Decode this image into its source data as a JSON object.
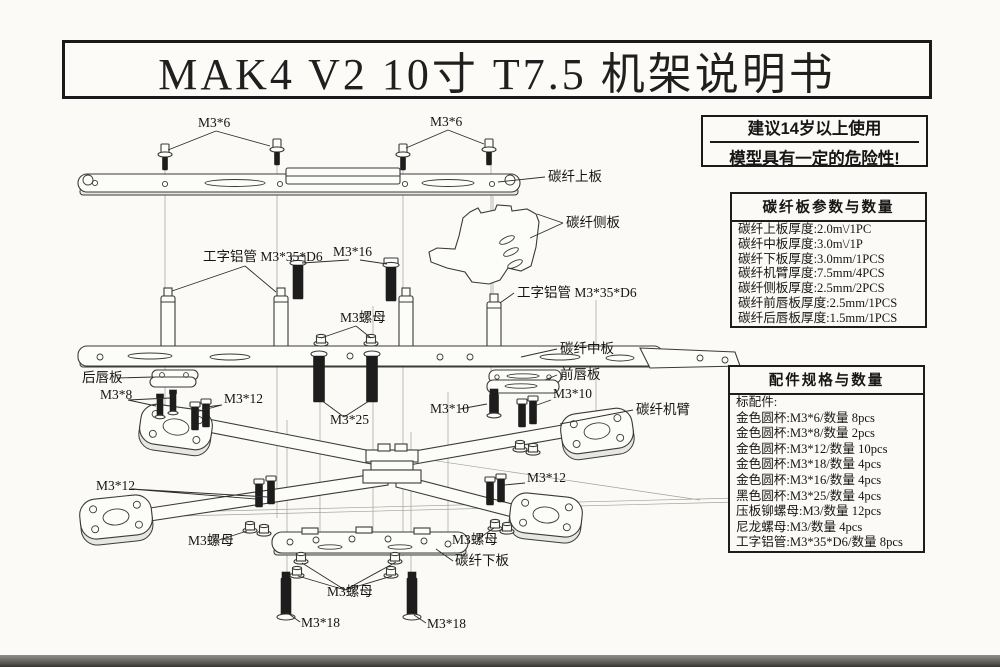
{
  "title": "MAK4 V2 10寸 T7.5 机架说明书",
  "warning": {
    "line1": "建议14岁以上使用",
    "line2": "模型具有一定的危险性!"
  },
  "board_table": {
    "title": "碳纤板参数与数量",
    "rows": [
      "碳纤上板厚度:2.0m\\/1PC",
      "碳纤中板厚度:3.0m\\/1P",
      "碳纤下板厚度:3.0mm/1PCS",
      "碳纤机臂厚度:7.5mm/4PCS",
      "碳纤侧板厚度:2.5mm/2PCS",
      "碳纤前唇板厚度:2.5mm/1PCS",
      "碳纤后唇板厚度:1.5mm/1PCS"
    ]
  },
  "parts_table": {
    "title": "配件规格与数量",
    "rows": [
      "标配件:",
      "金色圆杯:M3*6/数量 8pcs",
      "金色圆杯:M3*8/数量 2pcs",
      "金色圆杯:M3*12/数量 10pcs",
      "金色圆杯:M3*18/数量 4pcs",
      "金色圆杯:M3*16/数量 4pcs",
      "黑色圆杯:M3*25/数量 4pcs",
      "压板铆螺母:M3/数量 12pcs",
      "尼龙螺母:M3/数量 4pcs",
      "工字铝管:M3*35*D6/数量 8pcs"
    ]
  },
  "labels": {
    "m3x6": "M3*6",
    "top_plate": "碳纤上板",
    "side_plate": "碳纤侧板",
    "alu_tube": "工字铝管 M3*35*D6",
    "m3x16": "M3*16",
    "m3_nut": "M3螺母",
    "mid_plate": "碳纤中板",
    "front_lip": "前唇板",
    "rear_lip": "后唇板",
    "m3x8": "M3*8",
    "m3x12": "M3*12",
    "m3x25": "M3*25",
    "m3x10": "M3*10",
    "arm": "碳纤机臂",
    "bottom_plate": "碳纤下板",
    "m3x18": "M3*18"
  },
  "colors": {
    "paper": "#fbfaf6",
    "ink": "#1d1d1d",
    "line": "#3a3a3a",
    "scan_bar": "#55544f"
  }
}
